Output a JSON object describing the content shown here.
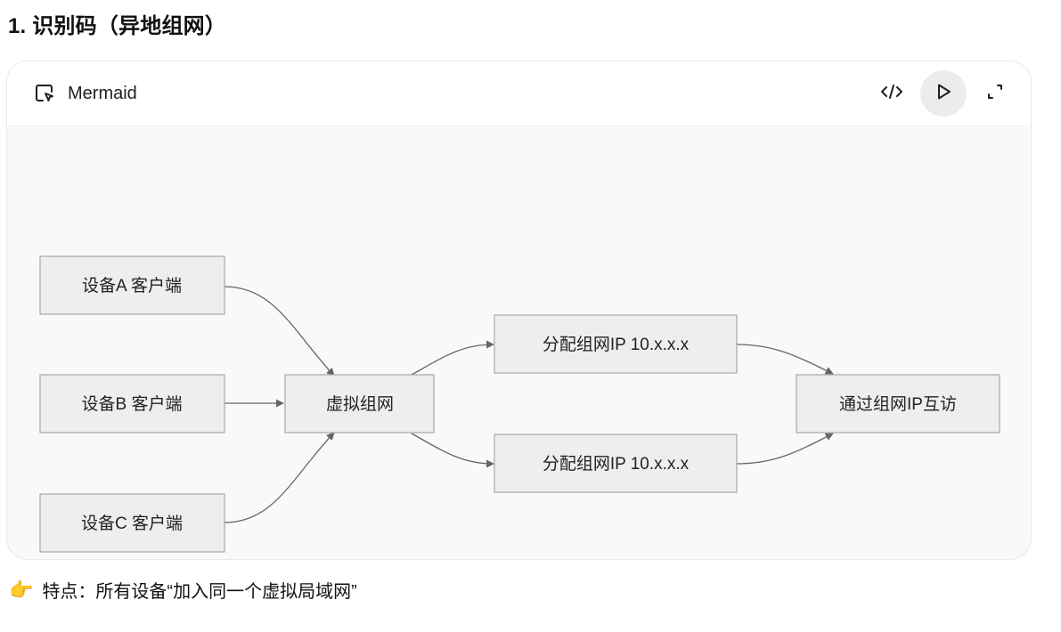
{
  "heading": "1. 识别码（异地组网）",
  "card": {
    "title": "Mermaid",
    "icons": {
      "title_icon": "diagram-cursor-icon",
      "code": "code-icon",
      "play": "play-icon",
      "expand": "expand-icon"
    }
  },
  "diagram": {
    "nodes": {
      "a": "设备A 客户端",
      "b": "设备B 客户端",
      "c": "设备C 客户端",
      "vnet": "虚拟组网",
      "ip1": "分配组网IP 10.x.x.x",
      "ip2": "分配组网IP 10.x.x.x",
      "comm": "通过组网IP互访"
    }
  },
  "note": {
    "emoji": "👉",
    "text": "特点：所有设备“加入同一个虚拟局域网”"
  },
  "colors": {
    "node_fill": "#eeeeee",
    "node_stroke": "#a8a8a8",
    "edge": "#666666",
    "canvas": "#f9f9f9"
  }
}
